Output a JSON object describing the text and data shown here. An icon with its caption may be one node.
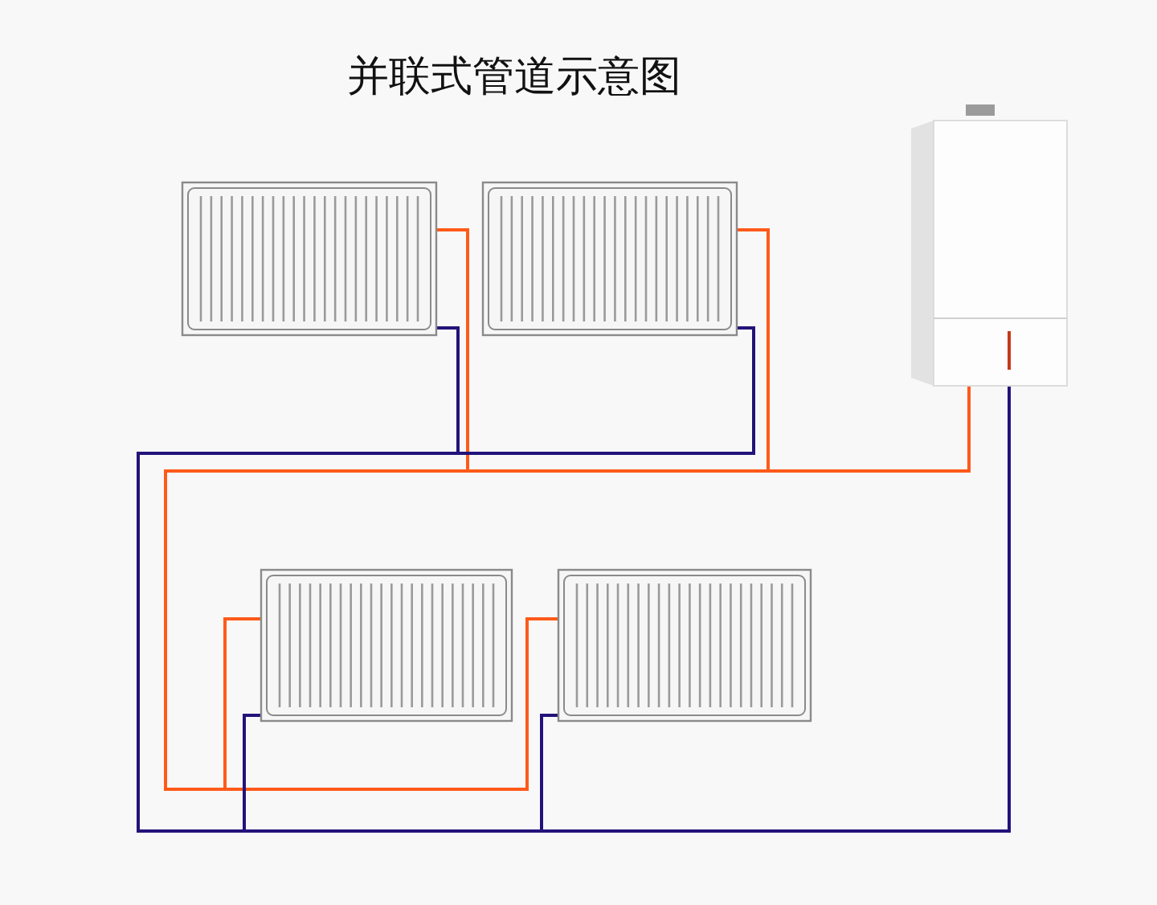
{
  "diagram": {
    "title": "并联式管道示意图",
    "nodes": [
      {
        "text": [],
        "shape": "picture"
      },
      {
        "text": [],
        "shape": "picture"
      },
      {
        "text": [],
        "shape": "picture"
      },
      {
        "text": [],
        "shape": "picture"
      },
      {
        "text": [],
        "shape": "picture"
      }
    ],
    "edges": [
      {
        "from": 4,
        "to": 0,
        "arrow": "none",
        "color": "#ff5a1a"
      },
      {
        "from": 4,
        "to": 1,
        "arrow": "none",
        "color": "#ff5a1a"
      },
      {
        "from": 4,
        "to": 2,
        "arrow": "none",
        "color": "#ff5a1a"
      },
      {
        "from": 4,
        "to": 3,
        "arrow": "none",
        "color": "#ff5a1a"
      },
      {
        "from": 0,
        "to": 4,
        "arrow": "none",
        "color": "#22137a"
      },
      {
        "from": 1,
        "to": 4,
        "arrow": "none",
        "color": "#22137a"
      },
      {
        "from": 2,
        "to": 4,
        "arrow": "none",
        "color": "#22137a"
      },
      {
        "from": 3,
        "to": 4,
        "arrow": "none",
        "color": "#22137a"
      }
    ]
  }
}
